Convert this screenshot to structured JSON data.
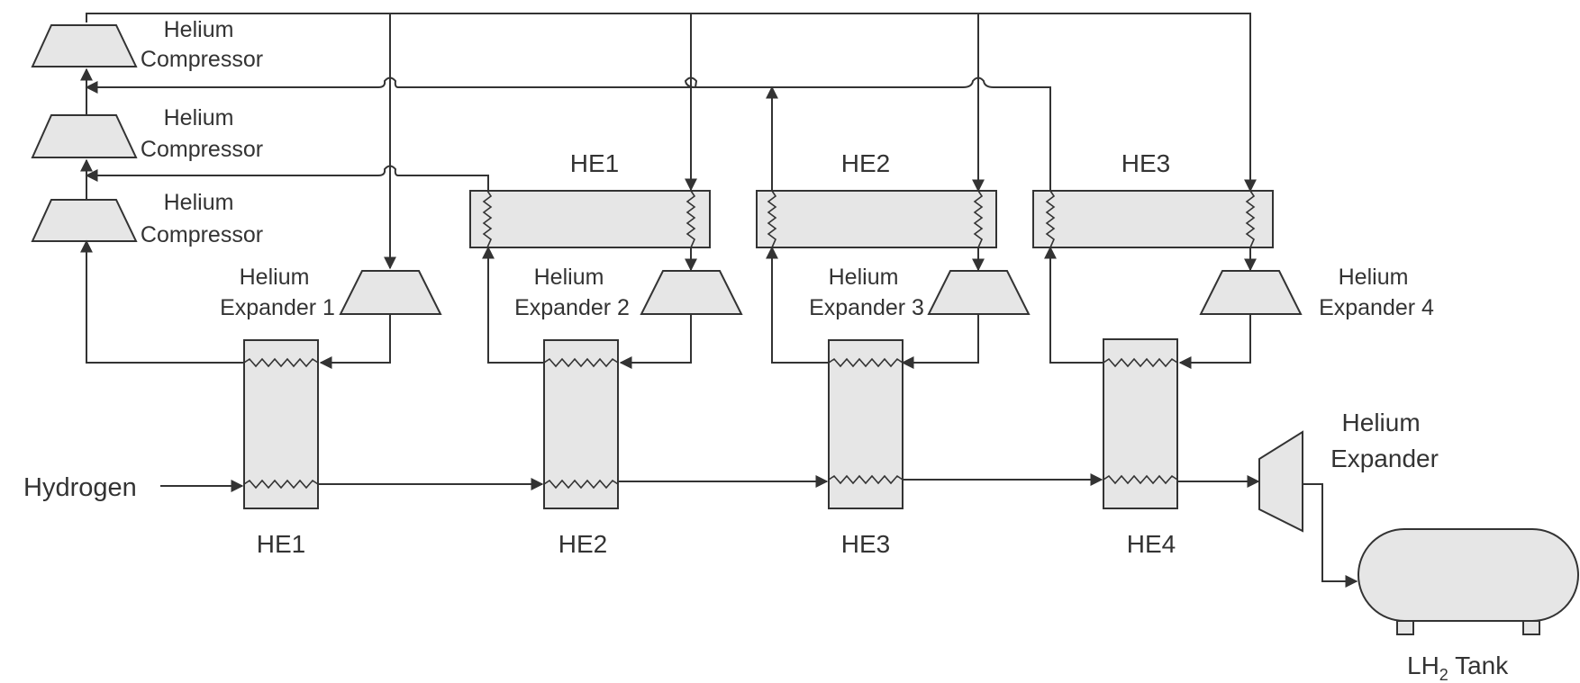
{
  "labels": {
    "compressor": "Helium\nCompressor",
    "expander_1": "Helium\nExpander 1",
    "expander_2": "Helium\nExpander 2",
    "expander_3": "Helium\nExpander 3",
    "expander_4": "Helium\nExpander 4",
    "expander_final": "Helium\nExpander",
    "hydrogen": "Hydrogen",
    "lh2_tank_main": "LH",
    "lh2_tank_sub": "2",
    "lh2_tank_suffix": " Tank"
  },
  "top_exchangers": [
    "HE1",
    "HE2",
    "HE3"
  ],
  "bottom_exchangers": [
    "HE1",
    "HE2",
    "HE3",
    "HE4"
  ],
  "colors": {
    "line": "#333333",
    "equipment_fill": "#e6e6e6",
    "background": "#ffffff"
  }
}
